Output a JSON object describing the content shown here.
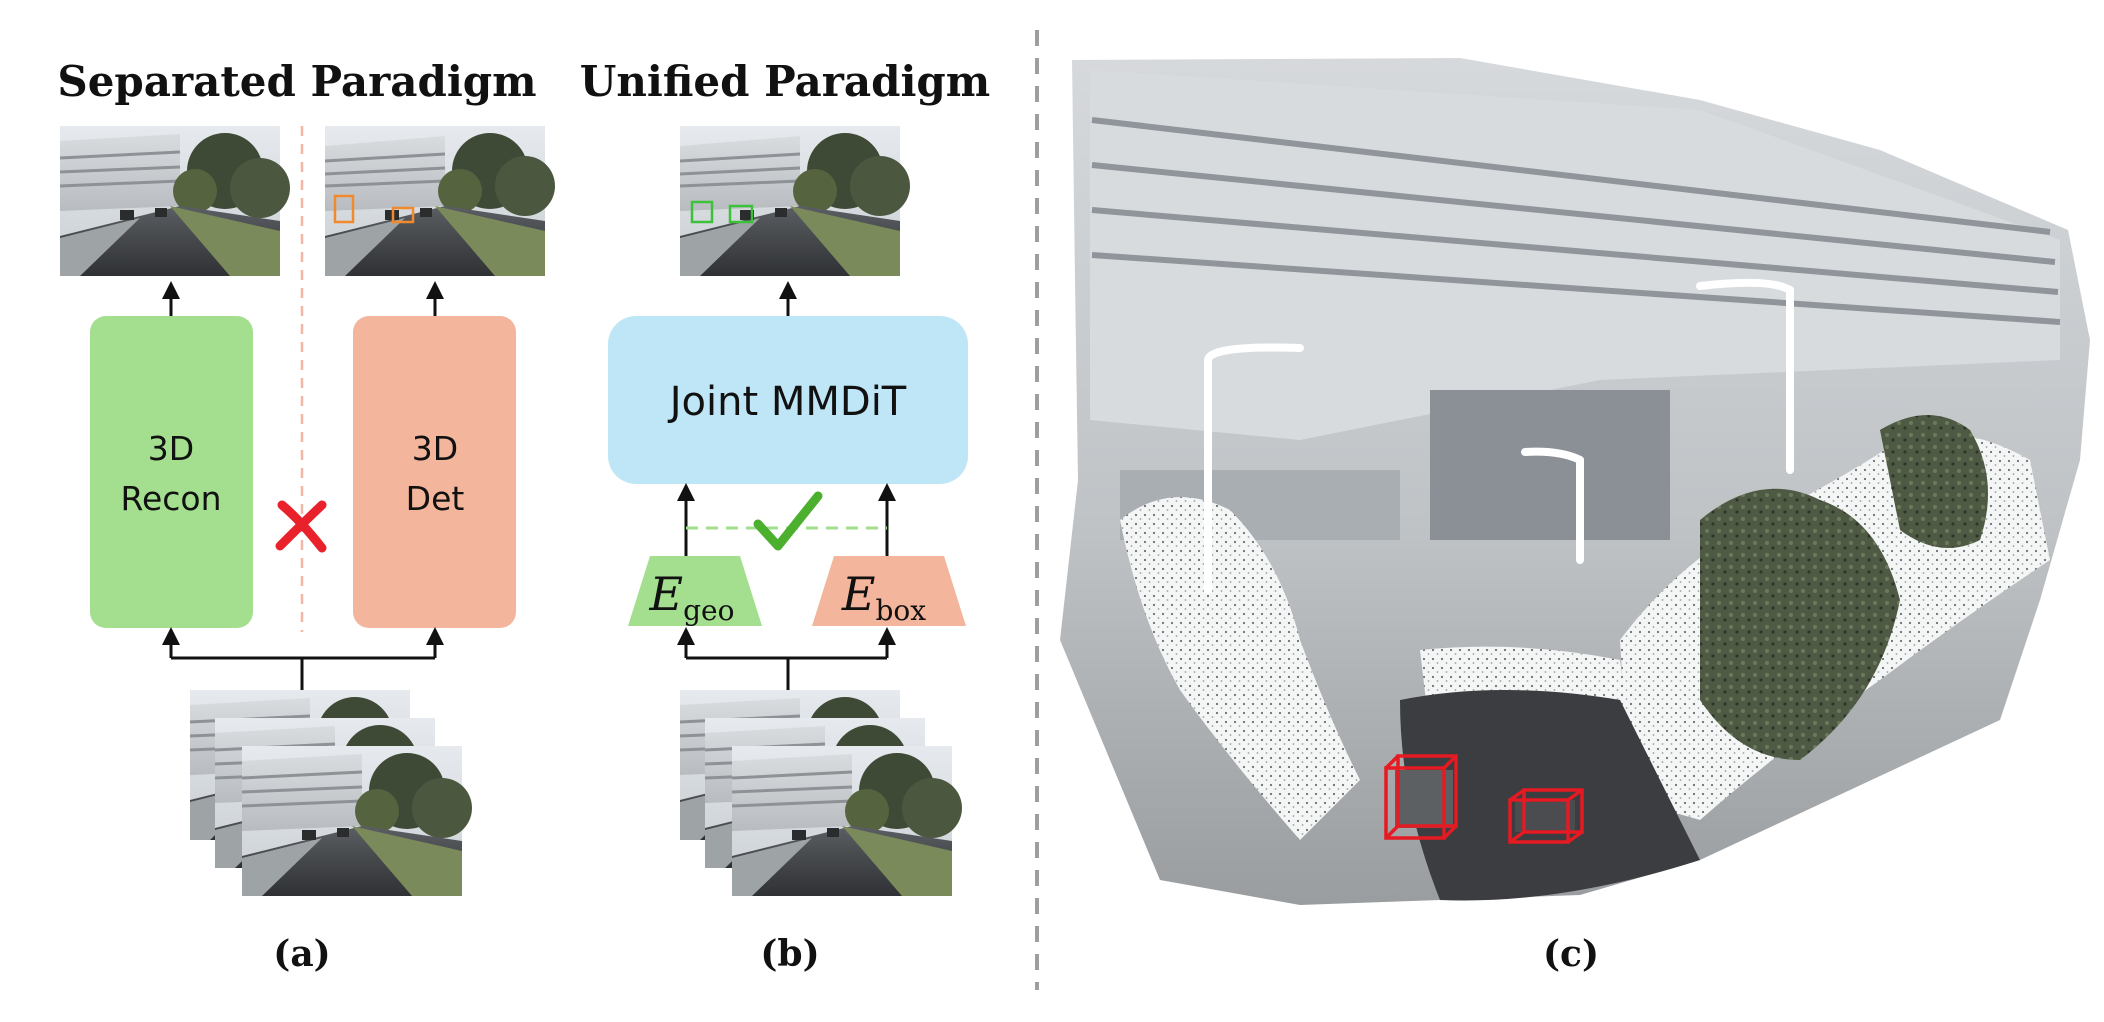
{
  "panel_a": {
    "title": "Separated Paradigm",
    "recon_box": {
      "line1": "3D",
      "line2": "Recon"
    },
    "det_box": {
      "line1": "3D",
      "line2": "Det"
    },
    "caption": "(a)",
    "colors": {
      "recon": "#a3df8e",
      "det": "#f3b59b",
      "cross": "#e8212b",
      "divider": "#f2b7a4"
    }
  },
  "panel_b": {
    "title": "Unified Paradigm",
    "joint_box": "Joint MMDiT",
    "geo_encoder": {
      "symbol": "E",
      "subscript": "geo"
    },
    "box_encoder": {
      "symbol": "E",
      "subscript": "box"
    },
    "caption": "(b)",
    "colors": {
      "joint": "#bfe6f7",
      "geo": "#a3df8e",
      "box": "#f3b59b",
      "check": "#4caf2e",
      "dash": "#a3df8e"
    }
  },
  "panel_c": {
    "caption": "(c)",
    "colors": {
      "bbox": "#e51a22",
      "separator": "#9e9e9e"
    }
  },
  "icons": {
    "cross": "cross-mark-icon",
    "check": "check-mark-icon",
    "arrow": "arrow-up-icon"
  }
}
